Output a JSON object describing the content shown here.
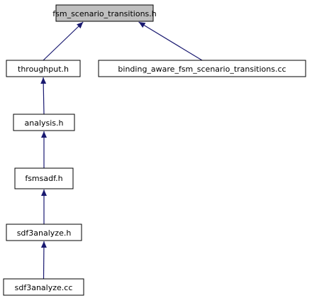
{
  "colors": {
    "root_fill": "#bfbfbf",
    "node_fill": "#ffffff",
    "node_border": "#000000",
    "edge": "#191970",
    "text": "#000000"
  },
  "graph": {
    "nodes": [
      {
        "id": "fsm",
        "label": "fsm_scenario_transitions.h",
        "root": true
      },
      {
        "id": "throughput",
        "label": "throughput.h"
      },
      {
        "id": "binding",
        "label": "binding_aware_fsm_scenario_transitions.cc"
      },
      {
        "id": "analysis",
        "label": "analysis.h"
      },
      {
        "id": "fsmsadf",
        "label": "fsmsadf.h"
      },
      {
        "id": "sdf3analyze_h",
        "label": "sdf3analyze.h"
      },
      {
        "id": "sdf3analyze_cc",
        "label": "sdf3analyze.cc"
      }
    ],
    "edges": [
      {
        "from": "throughput",
        "to": "fsm"
      },
      {
        "from": "binding",
        "to": "fsm"
      },
      {
        "from": "analysis",
        "to": "throughput"
      },
      {
        "from": "fsmsadf",
        "to": "analysis"
      },
      {
        "from": "sdf3analyze_h",
        "to": "fsmsadf"
      },
      {
        "from": "sdf3analyze_cc",
        "to": "sdf3analyze_h"
      }
    ]
  }
}
